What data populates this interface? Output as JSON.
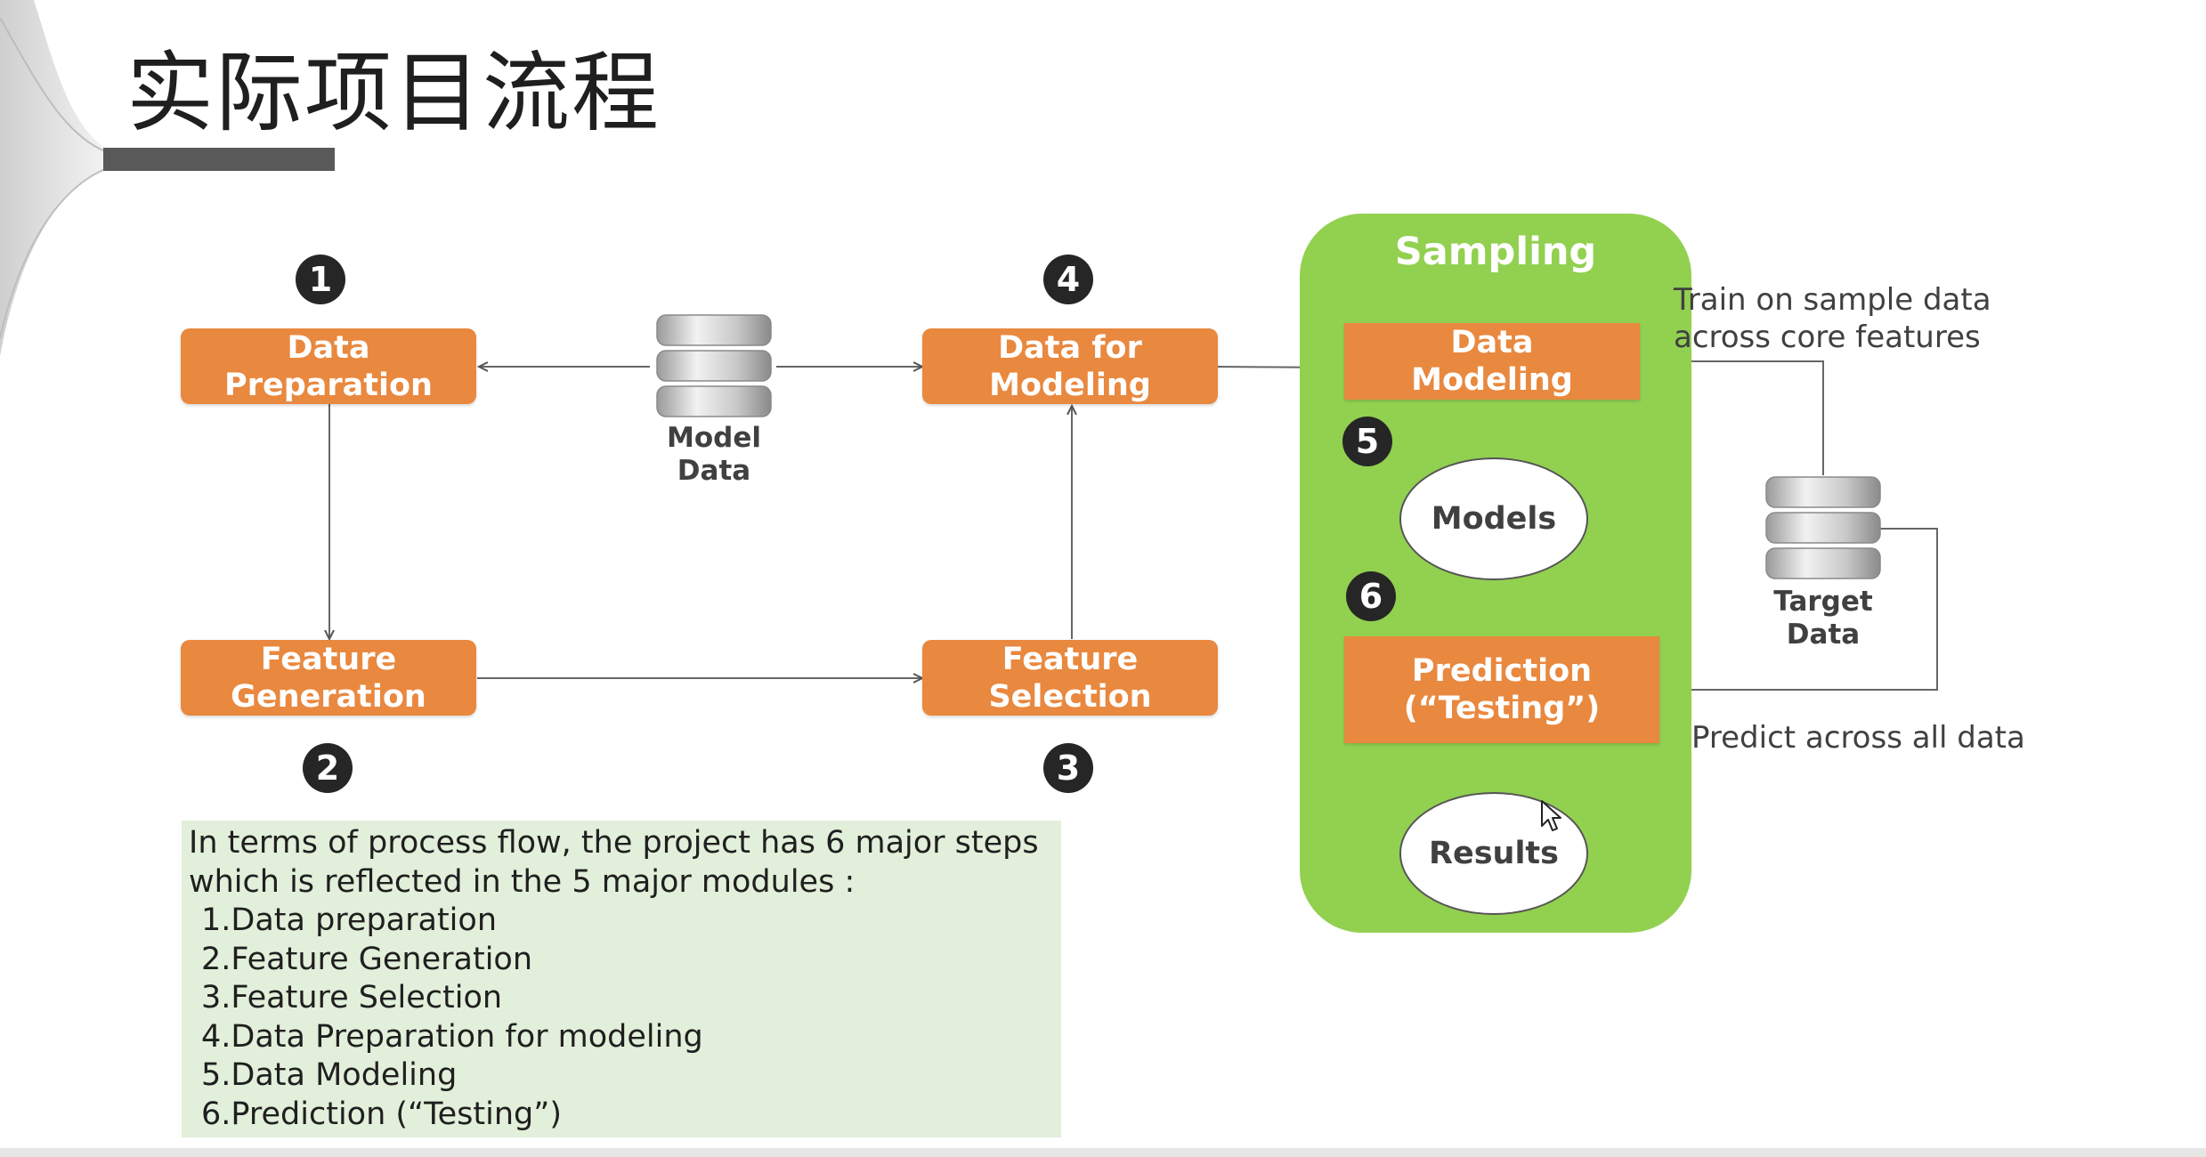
{
  "title": "实际项目流程",
  "steps": {
    "n1": "1",
    "n2": "2",
    "n3": "3",
    "n4": "4",
    "n5": "5",
    "n6": "6"
  },
  "boxes": {
    "data_preparation": "Data Preparation",
    "data_for_modeling": "Data for\nModeling",
    "feature_generation": "Feature\nGeneration",
    "feature_selection": "Feature\nSelection",
    "data_modeling": "Data\nModeling",
    "prediction": "Prediction\n(“Testing”)"
  },
  "databases": {
    "model_data": "Model\nData",
    "target_data": "Target\nData"
  },
  "sampling": {
    "title": "Sampling",
    "models": "Models",
    "results": "Results"
  },
  "annotations": {
    "train": "Train on sample data\n across core features",
    "predict": "Predict across all data"
  },
  "summary": {
    "intro_1": "In terms of process flow, the project has 6 major steps",
    "intro_2": "which is reflected in the 5 major modules :",
    "items": [
      "1.Data preparation",
      "2.Feature Generation",
      "3.Feature Selection",
      "4.Data Preparation for modeling",
      "5.Data Modeling",
      "6.Prediction (“Testing”)"
    ]
  },
  "colors": {
    "box": "#e9883f",
    "sampling_panel": "#92d050",
    "summary_bg": "#e2efda",
    "number_circle": "#262626"
  }
}
